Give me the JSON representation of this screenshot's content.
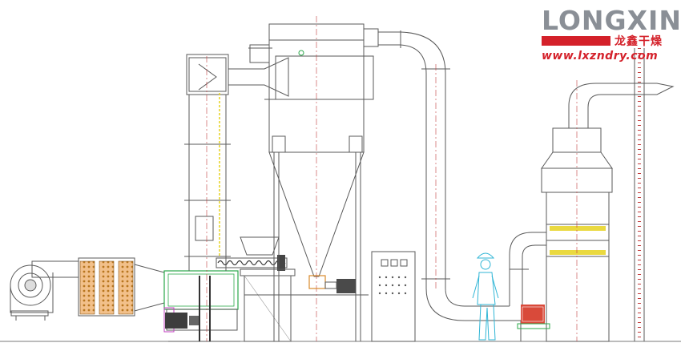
{
  "logo": {
    "name": "LONGXIN",
    "chinese": "龙鑫干燥",
    "url": "www.lxzndry.com",
    "brand_red": "#d4212a",
    "brand_gray": "#8a8f96"
  },
  "colors": {
    "line": "#5a5a5a",
    "pipe": "#6a6a6a",
    "centerline": "#c23a3a",
    "accent_green": "#2aa84a",
    "accent_yellow": "#e6d21e",
    "accent_cyan": "#31b6d6",
    "accent_orange": "#d98a2b",
    "accent_magenta": "#c042c0"
  }
}
